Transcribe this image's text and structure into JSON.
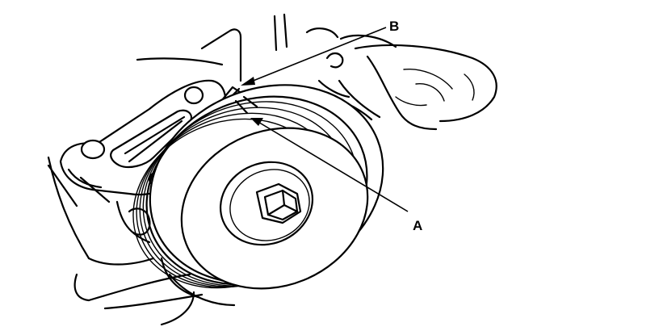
{
  "callouts": [
    {
      "id": "A",
      "label": "A"
    },
    {
      "id": "B",
      "label": "B"
    }
  ],
  "colors": {
    "line": "#000000",
    "background": "#ffffff"
  }
}
